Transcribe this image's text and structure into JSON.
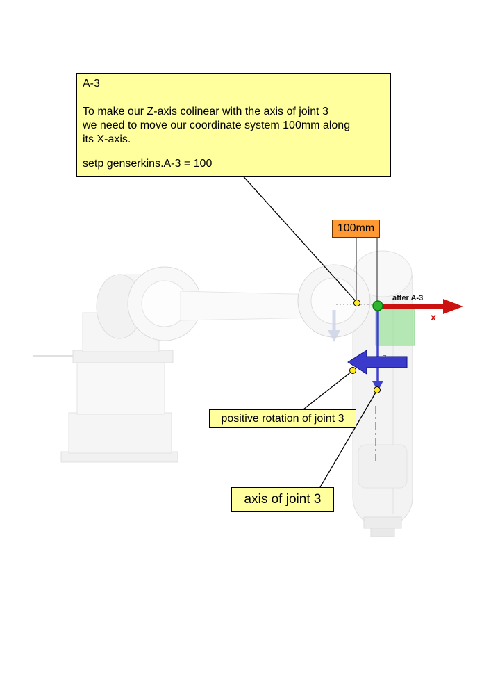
{
  "note_box": {
    "title": "A-3",
    "body_lines": [
      "To make our Z-axis colinear with the axis of joint 3",
      "we need to move our coordinate system 100mm along",
      "its X-axis."
    ],
    "command": "setp genserkins.A-3 = 100"
  },
  "dimension_label": "100mm",
  "axis_labels": {
    "after": "after A-3",
    "x": "x",
    "z": "z"
  },
  "callouts": {
    "positive_rotation": "positive rotation of joint 3",
    "joint_axis": "axis of joint 3"
  },
  "colors": {
    "note_bg": "#ffff9e",
    "dimension_bg": "#ff9933",
    "x_axis": "#cc1111",
    "z_axis": "#4040cf",
    "rotation_arrow": "#3b3bcb",
    "origin_dot": "#2fb52f",
    "frame_fill": "#8ce08c",
    "marker_dot": "#ffe926"
  }
}
